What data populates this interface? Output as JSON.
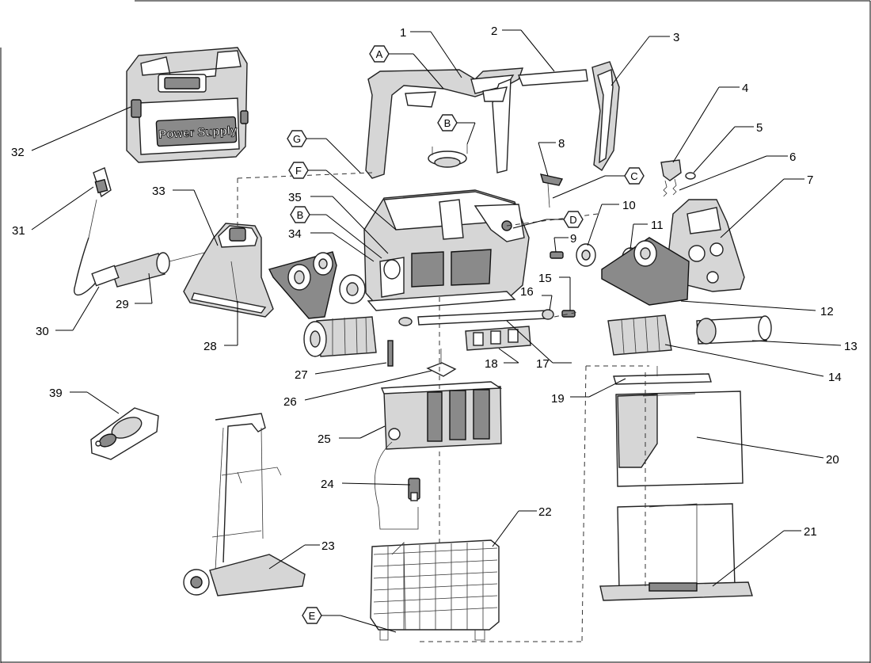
{
  "callouts": [
    {
      "id": "1",
      "label": "1",
      "kind": "number"
    },
    {
      "id": "2",
      "label": "2",
      "kind": "number"
    },
    {
      "id": "3",
      "label": "3",
      "kind": "number"
    },
    {
      "id": "4",
      "label": "4",
      "kind": "number"
    },
    {
      "id": "5",
      "label": "5",
      "kind": "number"
    },
    {
      "id": "6",
      "label": "6",
      "kind": "number"
    },
    {
      "id": "7",
      "label": "7",
      "kind": "number"
    },
    {
      "id": "8",
      "label": "8",
      "kind": "number"
    },
    {
      "id": "9",
      "label": "9",
      "kind": "number"
    },
    {
      "id": "10",
      "label": "10",
      "kind": "number"
    },
    {
      "id": "11",
      "label": "11",
      "kind": "number"
    },
    {
      "id": "12",
      "label": "12",
      "kind": "number"
    },
    {
      "id": "13",
      "label": "13",
      "kind": "number"
    },
    {
      "id": "14",
      "label": "14",
      "kind": "number"
    },
    {
      "id": "15",
      "label": "15",
      "kind": "number"
    },
    {
      "id": "16",
      "label": "16",
      "kind": "number"
    },
    {
      "id": "17",
      "label": "17",
      "kind": "number"
    },
    {
      "id": "18",
      "label": "18",
      "kind": "number"
    },
    {
      "id": "19",
      "label": "19",
      "kind": "number"
    },
    {
      "id": "20",
      "label": "20",
      "kind": "number"
    },
    {
      "id": "21",
      "label": "21",
      "kind": "number"
    },
    {
      "id": "22",
      "label": "22",
      "kind": "number"
    },
    {
      "id": "23",
      "label": "23",
      "kind": "number"
    },
    {
      "id": "24",
      "label": "24",
      "kind": "number"
    },
    {
      "id": "25",
      "label": "25",
      "kind": "number"
    },
    {
      "id": "26",
      "label": "26",
      "kind": "number"
    },
    {
      "id": "27",
      "label": "27",
      "kind": "number"
    },
    {
      "id": "28",
      "label": "28",
      "kind": "number"
    },
    {
      "id": "29",
      "label": "29",
      "kind": "number"
    },
    {
      "id": "30",
      "label": "30",
      "kind": "number"
    },
    {
      "id": "31",
      "label": "31",
      "kind": "number"
    },
    {
      "id": "32",
      "label": "32",
      "kind": "number"
    },
    {
      "id": "33",
      "label": "33",
      "kind": "number"
    },
    {
      "id": "34",
      "label": "34",
      "kind": "number"
    },
    {
      "id": "35",
      "label": "35",
      "kind": "number"
    },
    {
      "id": "39",
      "label": "39",
      "kind": "number"
    },
    {
      "id": "A",
      "label": "A",
      "kind": "letter"
    },
    {
      "id": "B1",
      "label": "B",
      "kind": "letter"
    },
    {
      "id": "B2",
      "label": "B",
      "kind": "letter"
    },
    {
      "id": "C",
      "label": "C",
      "kind": "letter"
    },
    {
      "id": "D",
      "label": "D",
      "kind": "letter"
    },
    {
      "id": "E",
      "label": "E",
      "kind": "letter"
    },
    {
      "id": "F",
      "label": "F",
      "kind": "letter"
    },
    {
      "id": "G",
      "label": "G",
      "kind": "letter"
    }
  ],
  "power_supply": {
    "logo_text": "Power Supply"
  },
  "colors": {
    "line": "#000000",
    "part_fill": "#ffffff",
    "part_shade": "#d6d6d6",
    "part_dark": "#8a8a8a"
  }
}
